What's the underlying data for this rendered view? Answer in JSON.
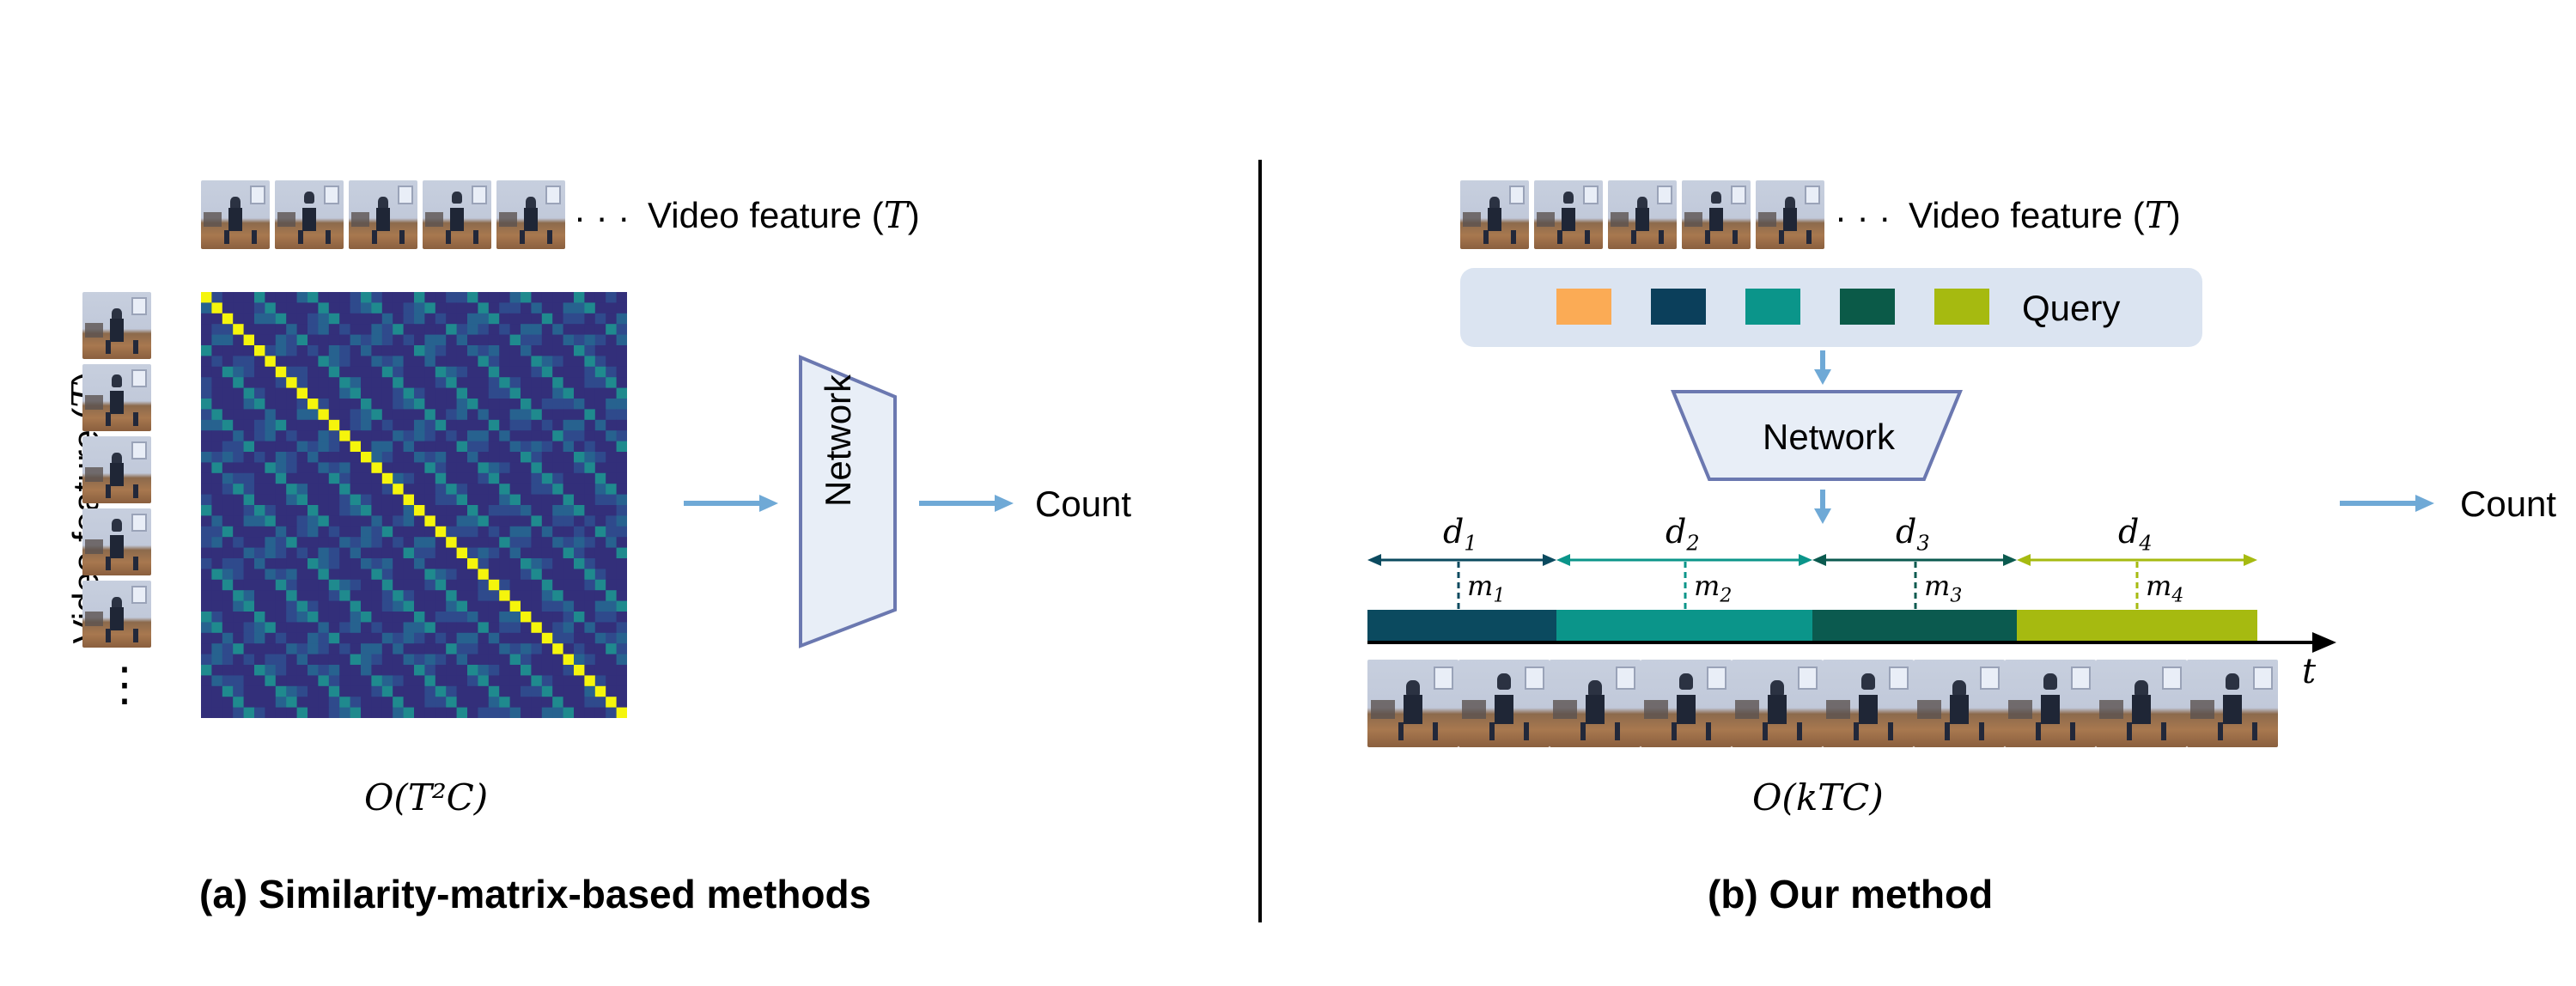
{
  "left": {
    "video_feature_top": "Video feature (T)",
    "video_feature_top_prefix": "Video feature (",
    "video_feature_top_var": "T",
    "video_feature_top_suffix": ")",
    "video_feature_side_prefix": "Video feature (",
    "video_feature_side_var": "T",
    "video_feature_side_suffix": ")",
    "ellipsis_h": "· · ·",
    "ellipsis_v": "⋮",
    "network_label": "Network",
    "count_label": "Count",
    "complexity": "O(T²C)",
    "caption": "(a) Similarity-matrix-based methods"
  },
  "right": {
    "video_feature_prefix": "Video feature (",
    "video_feature_var": "T",
    "video_feature_suffix": ")",
    "ellipsis_h": "· · ·",
    "query_label": "Query",
    "network_label": "Network",
    "count_label": "Count",
    "time_axis_label": "t",
    "complexity": "O(kTC)",
    "caption": "(b) Our method",
    "segments": [
      {
        "d": "d",
        "d_sub": "1",
        "m": "m",
        "m_sub": "1",
        "color": "#0b4a5f"
      },
      {
        "d": "d",
        "d_sub": "2",
        "m": "m",
        "m_sub": "2",
        "color": "#0b958a"
      },
      {
        "d": "d",
        "d_sub": "3",
        "m": "m",
        "m_sub": "3",
        "color": "#0b5a4f"
      },
      {
        "d": "d",
        "d_sub": "4",
        "m": "m",
        "m_sub": "4",
        "color": "#a6ba10"
      }
    ],
    "query_colors": [
      "#fbab55",
      "#0b3f5b",
      "#0b958a",
      "#0b5a48",
      "#a6ba10"
    ]
  },
  "colors": {
    "arrow": "#6fa9d6",
    "network_fill": "#e8eef7",
    "network_stroke": "#6b78b0",
    "query_bg": "#dbe4f1",
    "divider": "#000000",
    "matrix_base": "#2e2a74",
    "matrix_diag": "#f5f50c"
  }
}
